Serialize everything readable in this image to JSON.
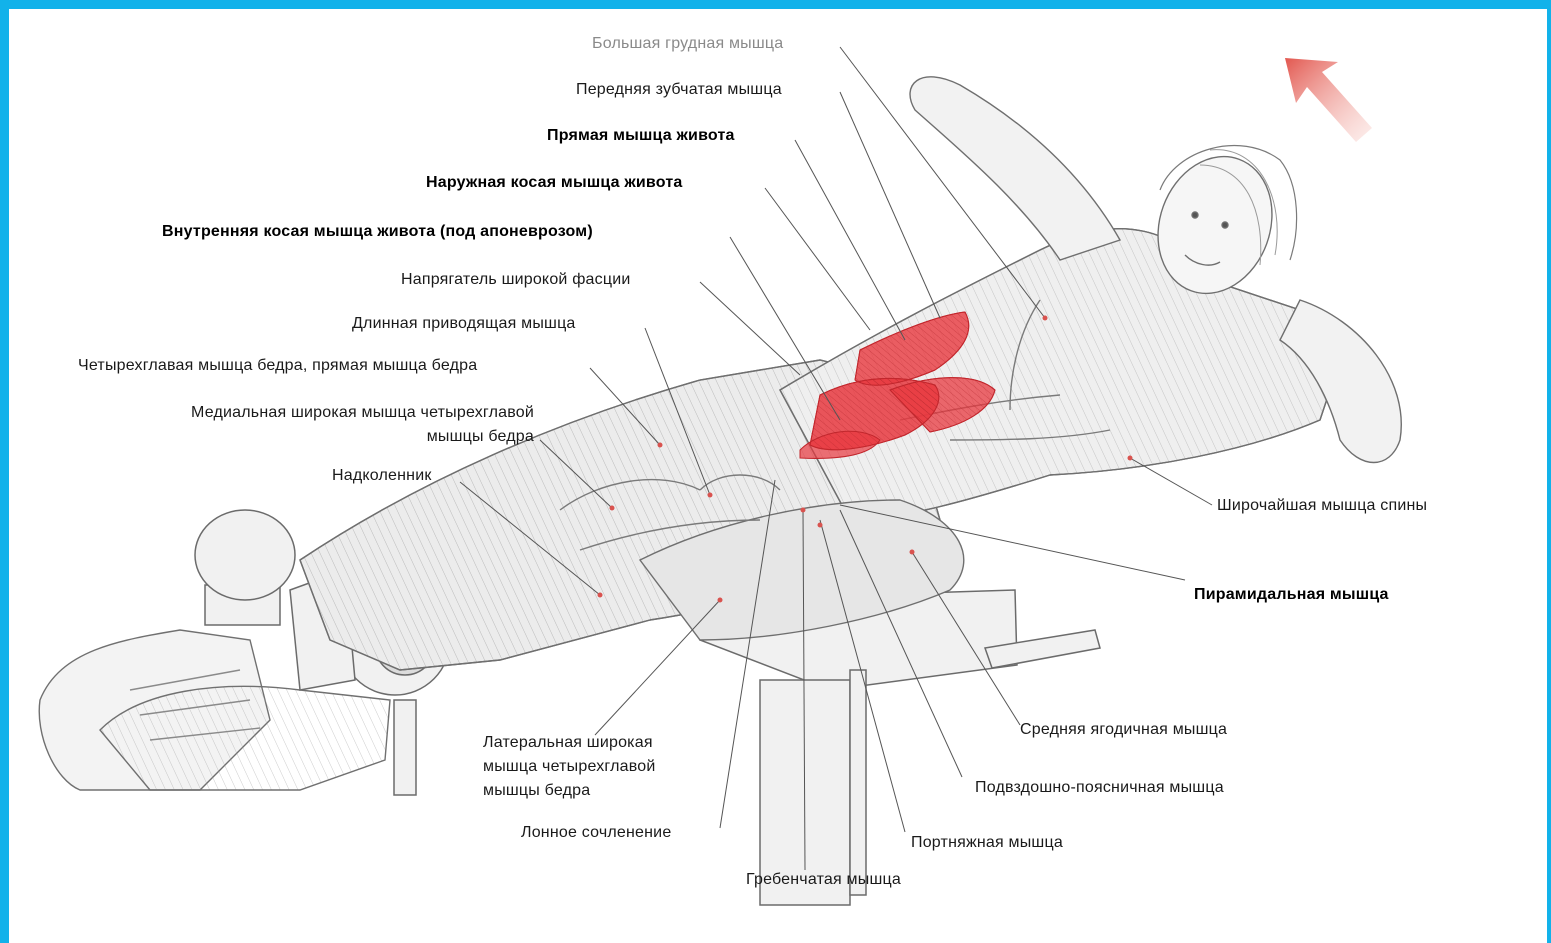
{
  "labels": {
    "pectoralis_major": "Большая грудная мышца",
    "serratus_anterior": "Передняя зубчатая мышца",
    "rectus_abdominis": "Прямая мышца живота",
    "external_oblique": "Наружная косая мышца живота",
    "internal_oblique": "Внутренняя косая мышца живота (под апоневрозом)",
    "tensor_fasciae_latae": "Напрягатель широкой фасции",
    "adductor_longus": "Длинная приводящая мышца",
    "quadriceps_rectus_femoris": "Четырехглавая мышца бедра, прямая мышца бедра",
    "vastus_medialis": "Медиальная широкая мышца четырехглавой\nмышцы бедра",
    "patella": "Надколенник",
    "latissimus_dorsi": "Широчайшая мышца спины",
    "piriformis": "Пирамидальная мышца",
    "gluteus_medius": "Средняя ягодичная мышца",
    "iliopsoas": "Подвздошно-поясничная мышца",
    "sartorius": "Портняжная мышца",
    "pectineus": "Гребенчатая мышца",
    "pubic_symphysis": "Лонное сочленение",
    "vastus_lateralis": "Латеральная широкая\nмышца четырехглавой\nмышцы бедра"
  },
  "colors": {
    "frame": "#12b2ea",
    "target_muscle": "#e8383f",
    "arrow": "#e2574f",
    "leader_line": "#555555"
  }
}
